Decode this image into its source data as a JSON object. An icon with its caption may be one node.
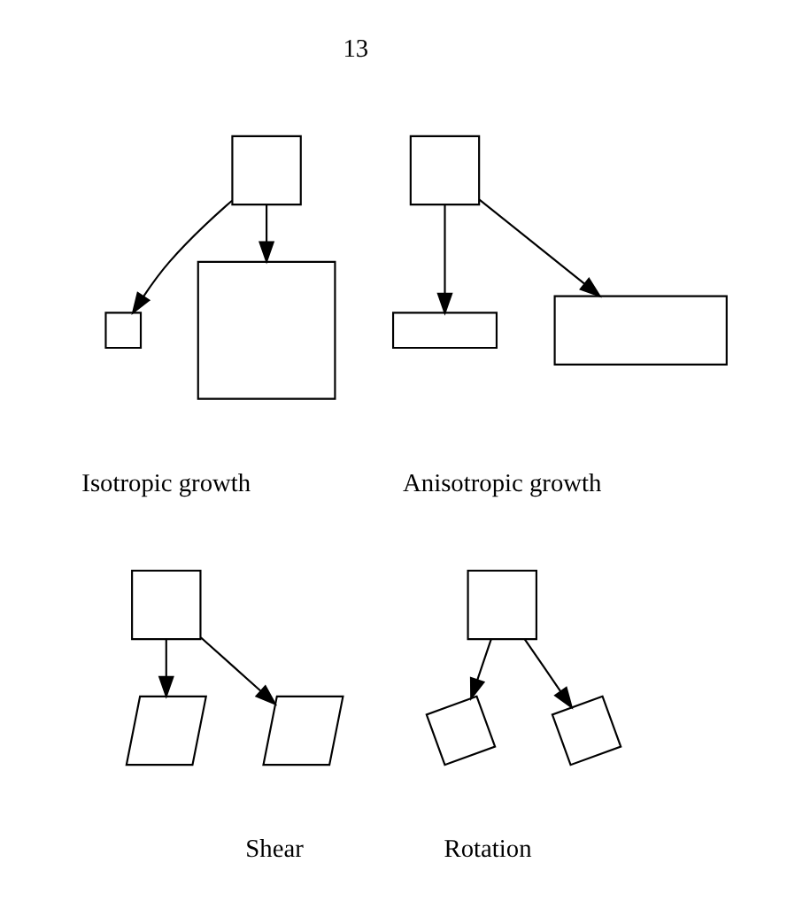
{
  "diagram": {
    "nodes": [
      {
        "text": [],
        "shape": "box"
      },
      {
        "text": [],
        "shape": "box"
      },
      {
        "text": [],
        "shape": "box"
      },
      {
        "text": [],
        "shape": "box"
      },
      {
        "text": [],
        "shape": "box"
      },
      {
        "text": [],
        "shape": "box"
      },
      {
        "text": [],
        "shape": "box"
      },
      {
        "text": [],
        "shape": "parallelogram"
      },
      {
        "text": [],
        "shape": "parallelogram"
      },
      {
        "text": [],
        "shape": "box"
      },
      {
        "text": [],
        "shape": "square"
      },
      {
        "text": [],
        "shape": "square"
      }
    ],
    "edges": [
      {
        "from": 0,
        "to": 1,
        "arrow": "to"
      },
      {
        "from": 0,
        "to": 2,
        "arrow": "to"
      },
      {
        "from": 3,
        "to": 4,
        "arrow": "to"
      },
      {
        "from": 3,
        "to": 5,
        "arrow": "to"
      },
      {
        "from": 6,
        "to": 7,
        "arrow": "to"
      },
      {
        "from": 6,
        "to": 8,
        "arrow": "to"
      },
      {
        "from": 9,
        "to": 10,
        "arrow": "to"
      },
      {
        "from": 9,
        "to": 11,
        "arrow": "to"
      }
    ],
    "labels": [
      "13",
      "Isotropic growth",
      "Anisotropic growth",
      "Shear",
      "Rotation"
    ]
  }
}
